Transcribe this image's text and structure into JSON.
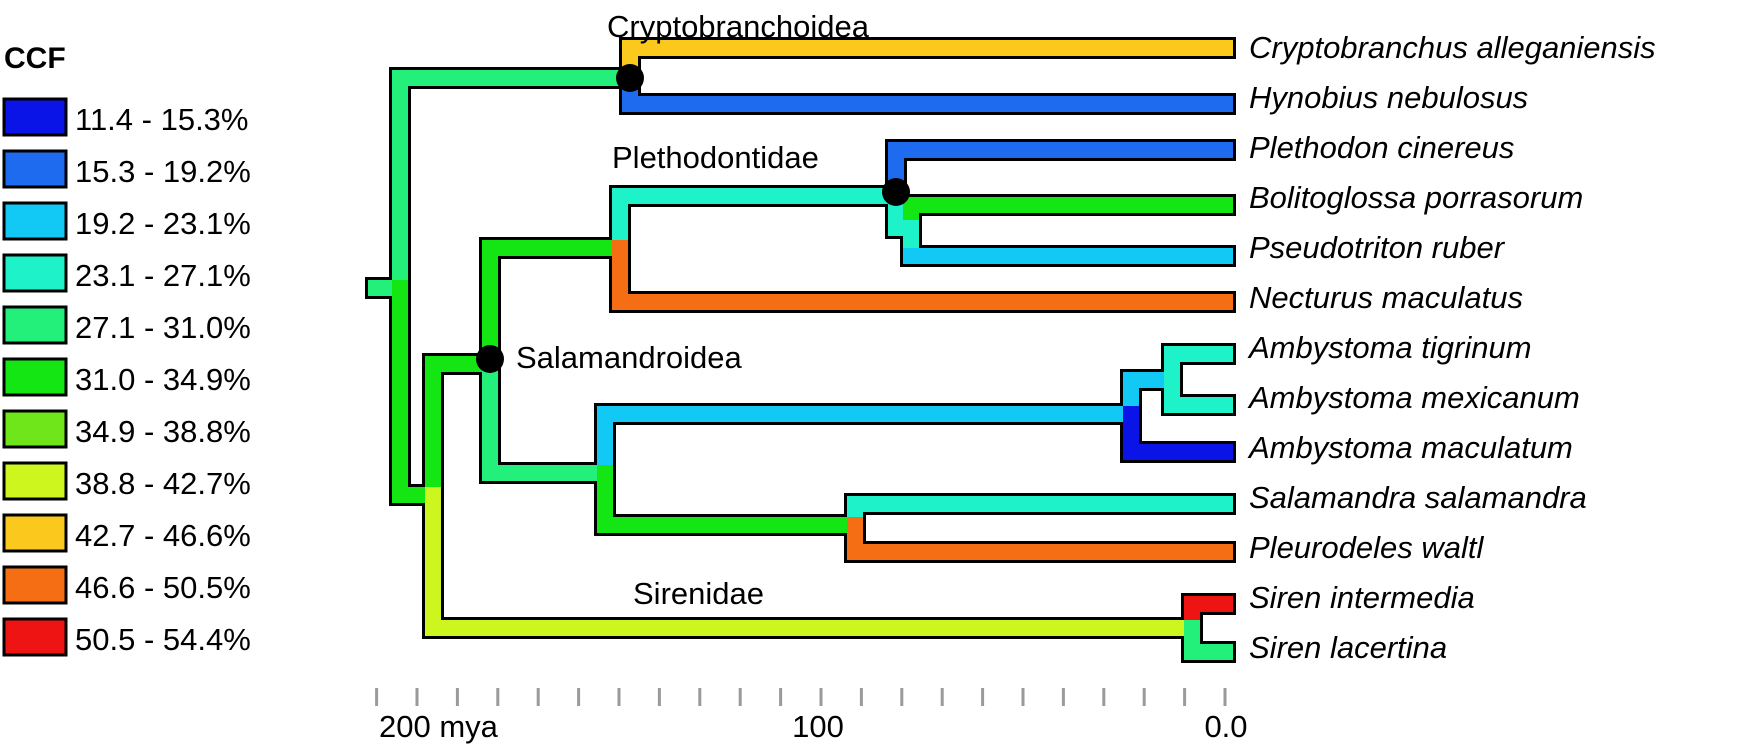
{
  "legend": {
    "title": "CCF",
    "bins": [
      {
        "label": "11.4 - 15.3%",
        "color": "#0a14e6"
      },
      {
        "label": "15.3 - 19.2%",
        "color": "#1f6bf0"
      },
      {
        "label": "19.2 - 23.1%",
        "color": "#12c8f5"
      },
      {
        "label": "23.1 - 27.1%",
        "color": "#1ef2c8"
      },
      {
        "label": "27.1 - 31.0%",
        "color": "#22f07a"
      },
      {
        "label": "31.0 - 34.9%",
        "color": "#14e614"
      },
      {
        "label": "34.9 - 38.8%",
        "color": "#6fe61a"
      },
      {
        "label": "38.8 - 42.7%",
        "color": "#cdf51e"
      },
      {
        "label": "42.7 - 46.6%",
        "color": "#fbc81e"
      },
      {
        "label": "46.6 - 50.5%",
        "color": "#f56e14"
      },
      {
        "label": "50.5 - 54.4%",
        "color": "#ee1414"
      }
    ]
  },
  "taxa": [
    "Cryptobranchus alleganiensis",
    "Hynobius nebulosus",
    "Plethodon cinereus",
    "Bolitoglossa porrasorum",
    "Pseudotriton ruber",
    "Necturus maculatus",
    "Ambystoma tigrinum",
    "Ambystoma mexicanum",
    "Ambystoma maculatum",
    "Salamandra salamandra",
    "Pleurodeles waltl",
    "Siren intermedia",
    "Siren lacertina"
  ],
  "clades": [
    {
      "name": "Cryptobranchoidea",
      "age_mya": 153
    },
    {
      "name": "Plethodontidae",
      "age_mya": 79
    },
    {
      "name": "Salamandroidea",
      "age_mya": 182
    },
    {
      "name": "Sirenidae",
      "age_mya": 0
    }
  ],
  "axis": {
    "labels": [
      "200 mya",
      "100",
      "0.0"
    ],
    "label_values": [
      200,
      100,
      0
    ],
    "minor_tick_step": 10,
    "min": 0,
    "max": 210
  }
}
